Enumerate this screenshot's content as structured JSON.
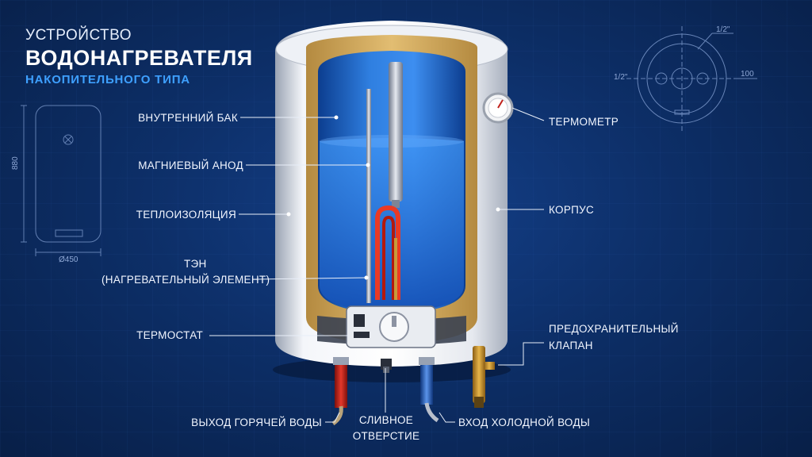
{
  "title": {
    "line1": "УСТРОЙСТВО",
    "line2": "ВОДОНАГРЕВАТЕЛЯ",
    "line3": "НАКОПИТЕЛЬНОГО ТИПА"
  },
  "labels": {
    "inner_tank": "ВНУТРЕННИЙ БАК",
    "magnesium_anode": "МАГНИЕВЫЙ АНОД",
    "insulation": "ТЕПЛОИЗОЛЯЦИЯ",
    "heater_line1": "ТЭН",
    "heater_line2": "(НАГРЕВАТЕЛЬНЫЙ ЭЛЕМЕНТ)",
    "thermostat": "ТЕРМОСТАТ",
    "hot_water_outlet": "ВЫХОД ГОРЯЧЕЙ ВОДЫ",
    "drain_line1": "СЛИВНОЕ",
    "drain_line2": "ОТВЕРСТИЕ",
    "cold_water_inlet": "ВХОД ХОЛОДНОЙ ВОДЫ",
    "thermometer": "ТЕРМОМЕТР",
    "housing": "КОРПУС",
    "safety_valve_line1": "ПРЕДОХРАНИТЕЛЬНЫЙ",
    "safety_valve_line2": "КЛАПАН"
  },
  "dimensions": {
    "height": "880",
    "diameter": "Ø450",
    "thread_top": "1/2\"",
    "thread_left": "1/2\"",
    "spacing": "100"
  },
  "colors": {
    "background": "#0d2f68",
    "accent": "#3ea0ff",
    "hot_pipe": "#c0201a",
    "cold_pipe": "#1f5fc8",
    "insulation": "#d9b46a",
    "water": "#2f7fe0"
  }
}
